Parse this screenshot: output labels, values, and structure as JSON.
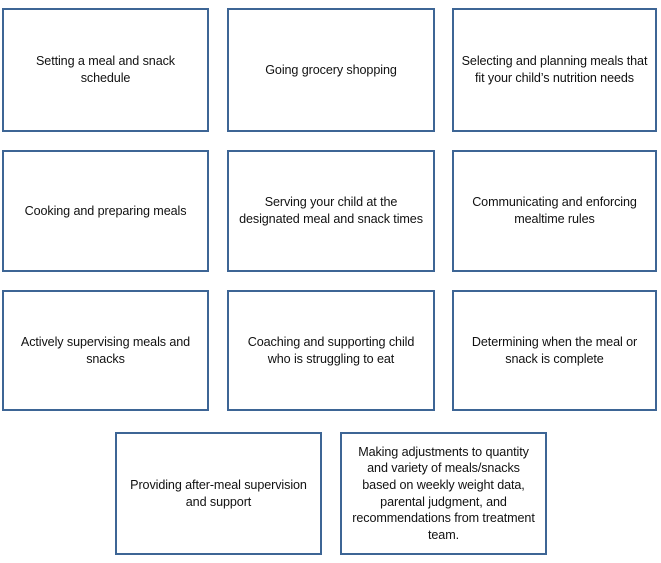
{
  "diagram": {
    "type": "flow-box-grid",
    "accent_color": "#3D6595",
    "background_color": "#FFFFFF",
    "text_color": "#111111",
    "rows": [
      {
        "row_index": 1,
        "boxes": [
          {
            "id": "box-1",
            "text": "Setting a meal and snack schedule"
          },
          {
            "id": "box-2",
            "text": "Going grocery shopping"
          },
          {
            "id": "box-3",
            "text": "Selecting and planning meals that fit your child’s nutrition needs"
          }
        ]
      },
      {
        "row_index": 2,
        "boxes": [
          {
            "id": "box-4",
            "text": "Cooking and preparing meals"
          },
          {
            "id": "box-5",
            "text": "Serving your child at the designated meal and snack times"
          },
          {
            "id": "box-6",
            "text": "Communicating and enforcing mealtime rules"
          }
        ]
      },
      {
        "row_index": 3,
        "boxes": [
          {
            "id": "box-7",
            "text": "Actively supervising meals and snacks"
          },
          {
            "id": "box-8",
            "text": "Coaching and supporting child who is struggling to eat"
          },
          {
            "id": "box-9",
            "text": "Determining when the meal or snack is complete"
          }
        ]
      },
      {
        "row_index": 4,
        "boxes": [
          {
            "id": "box-10",
            "text": "Providing after-meal supervision and support"
          },
          {
            "id": "box-11",
            "text": "Making adjustments to quantity and variety of meals/snacks based on weekly weight data, parental judgment, and recommendations from treatment team."
          }
        ]
      }
    ]
  }
}
